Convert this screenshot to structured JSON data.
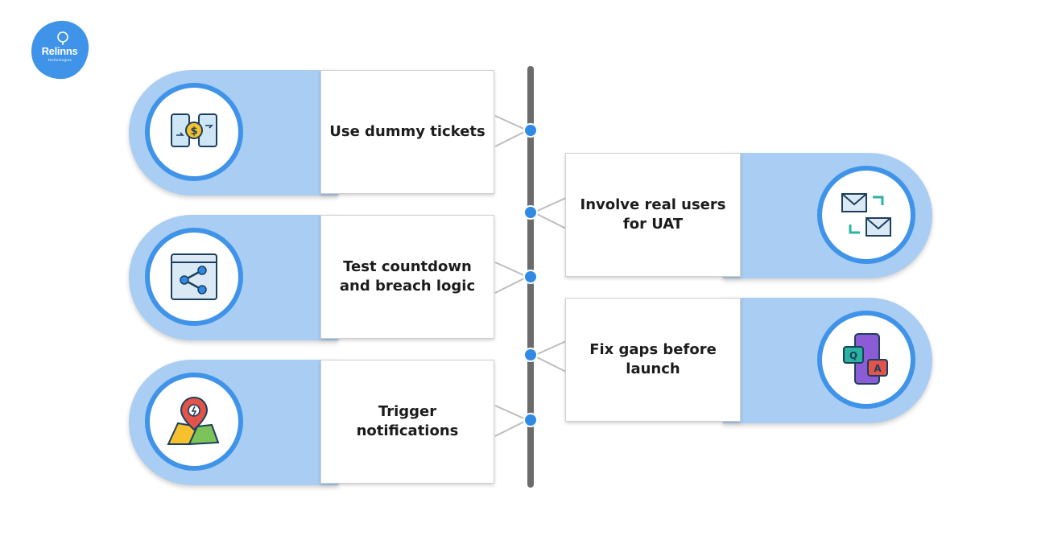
{
  "brand": {
    "logo_text": "Relinns",
    "logo_sub": "Technologies"
  },
  "colors": {
    "pill": "#a9cdf3",
    "ring": "#3f93e8",
    "dot": "#2f8ae6",
    "timeline": "#6b6b6b"
  },
  "steps": [
    {
      "label": "Use dummy tickets",
      "icon": "money-transfer-icon"
    },
    {
      "label": "Involve real users for UAT",
      "icon": "mail-exchange-icon"
    },
    {
      "label": "Test countdown and breach logic",
      "icon": "share-icon"
    },
    {
      "label": "Fix gaps before launch",
      "icon": "qa-chat-icon"
    },
    {
      "label": "Trigger notifications",
      "icon": "map-pin-icon"
    }
  ]
}
